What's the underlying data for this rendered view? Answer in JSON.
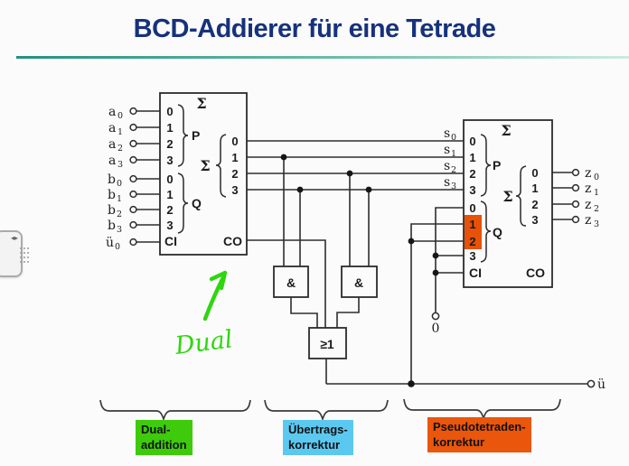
{
  "title": "BCD-Addierer für eine Tetrade",
  "adder1": {
    "sigma": "Σ",
    "sum_sigma": "Σ",
    "p": "P",
    "q": "Q",
    "ci": "CI",
    "co": "CO",
    "p_pins": [
      "0",
      "1",
      "2",
      "3"
    ],
    "q_pins": [
      "0",
      "1",
      "2",
      "3"
    ],
    "sum_pins": [
      "0",
      "1",
      "2",
      "3"
    ]
  },
  "adder2": {
    "sigma": "Σ",
    "sum_sigma": "Σ",
    "p": "P",
    "q": "Q",
    "ci": "CI",
    "co": "CO",
    "p_pins": [
      "0",
      "1",
      "2",
      "3"
    ],
    "q_pins": [
      "0",
      "1",
      "2",
      "3"
    ],
    "sum_pins": [
      "0",
      "1",
      "2",
      "3"
    ]
  },
  "inputs_a": [
    {
      "base": "a",
      "sub": "0"
    },
    {
      "base": "a",
      "sub": "1"
    },
    {
      "base": "a",
      "sub": "2"
    },
    {
      "base": "a",
      "sub": "3"
    }
  ],
  "inputs_b": [
    {
      "base": "b",
      "sub": "0"
    },
    {
      "base": "b",
      "sub": "1"
    },
    {
      "base": "b",
      "sub": "2"
    },
    {
      "base": "b",
      "sub": "3"
    }
  ],
  "carry_in": {
    "base": "ü",
    "sub": "0"
  },
  "sums": [
    {
      "base": "s",
      "sub": "0"
    },
    {
      "base": "s",
      "sub": "1"
    },
    {
      "base": "s",
      "sub": "2"
    },
    {
      "base": "s",
      "sub": "3"
    }
  ],
  "outputs_z": [
    {
      "base": "z",
      "sub": "0"
    },
    {
      "base": "z",
      "sub": "1"
    },
    {
      "base": "z",
      "sub": "2"
    },
    {
      "base": "z",
      "sub": "3"
    }
  ],
  "gates": {
    "and1": "&",
    "and2": "&",
    "or": "≥1"
  },
  "zero_const": "0",
  "carry_out": "ü",
  "annotation": {
    "word": "Dual"
  },
  "phases": [
    {
      "line1": "Dual-",
      "line2": "addition"
    },
    {
      "line1": "Übertrags-",
      "line2": "korrektur"
    },
    {
      "line1": "Pseudotetraden-",
      "line2": "korrektur"
    }
  ],
  "colors": {
    "title_blue": "#17327c",
    "divider_teal": "#23917f",
    "annotation_green": "#2fd60f",
    "highlight_green": "#3ecb0c",
    "highlight_cyan": "#5bc8f0",
    "highlight_orange": "#ea560b",
    "pin_highlight_orange": "#e85108"
  }
}
